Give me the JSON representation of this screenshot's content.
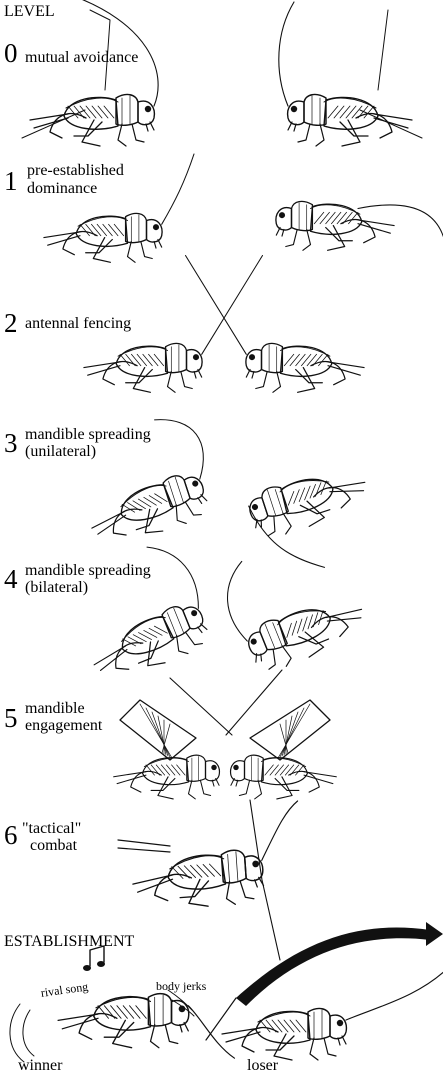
{
  "figure": {
    "header": "LEVEL",
    "levels": [
      {
        "number": "0",
        "lines": [
          "mutual avoidance"
        ]
      },
      {
        "number": "1",
        "lines": [
          "pre-established",
          "dominance"
        ]
      },
      {
        "number": "2",
        "lines": [
          "antennal fencing"
        ]
      },
      {
        "number": "3",
        "lines": [
          "mandible spreading",
          "(unilateral)"
        ]
      },
      {
        "number": "4",
        "lines": [
          "mandible spreading",
          "(bilateral)"
        ]
      },
      {
        "number": "5",
        "lines": [
          "mandible",
          "engagement"
        ]
      },
      {
        "number": "6",
        "lines": [
          "\"tactical\"",
          "combat"
        ]
      }
    ],
    "establishment": {
      "title": "ESTABLISHMENT",
      "rival_song": "rival song",
      "body_jerks": "body jerks",
      "winner": "winner",
      "loser": "loser"
    }
  },
  "icons": [
    "music-note-icon",
    "cricket-icon",
    "curved-arrow-icon"
  ]
}
